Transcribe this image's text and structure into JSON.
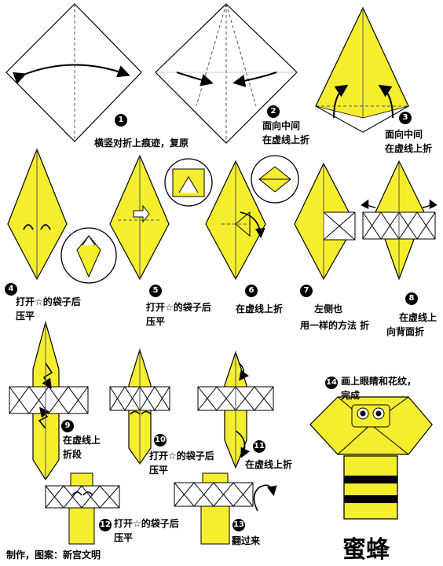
{
  "colors": {
    "paper_yellow": "#F5EE2E",
    "line": "#000000",
    "dashed": "#555555",
    "white": "#ffffff"
  },
  "steps": [
    {
      "num": "1",
      "text": "横竖对折上痕迹，复原"
    },
    {
      "num": "2",
      "text_line1": "面向中间",
      "text_line2": "在虚线上折"
    },
    {
      "num": "3",
      "text_line1": "面向中间",
      "text_line2": "在虚线上折"
    },
    {
      "num": "4",
      "text_line1": "打开☆的袋子后",
      "text_line2": "压平"
    },
    {
      "num": "5",
      "text_line1": "打开☆的袋子后",
      "text_line2": "压平"
    },
    {
      "num": "6",
      "text": "在虚线上折"
    },
    {
      "num": "7",
      "text_line1": "左侧也",
      "text_line2": "用一样的方法 折"
    },
    {
      "num": "8",
      "text_line1": "在虚线上",
      "text_line2": "向背面折"
    },
    {
      "num": "9",
      "text_line1": "在虚线上",
      "text_line2": "折段"
    },
    {
      "num": "10",
      "text_line1": "打开☆的袋子后",
      "text_line2": "压平"
    },
    {
      "num": "11",
      "text": "在虚线上折"
    },
    {
      "num": "12",
      "text_line1": "打开☆的袋子后",
      "text_line2": "压平"
    },
    {
      "num": "13",
      "text": "翻过来"
    },
    {
      "num": "14",
      "text_line1": "画上眼睛和花纹，",
      "text_line2": "完成"
    }
  ],
  "credit": "制作，图案：新宫文明",
  "title": "蜜蜂",
  "icons": [
    "fold-arrow-icon",
    "magnifier-circle-icon",
    "turn-over-icon"
  ]
}
